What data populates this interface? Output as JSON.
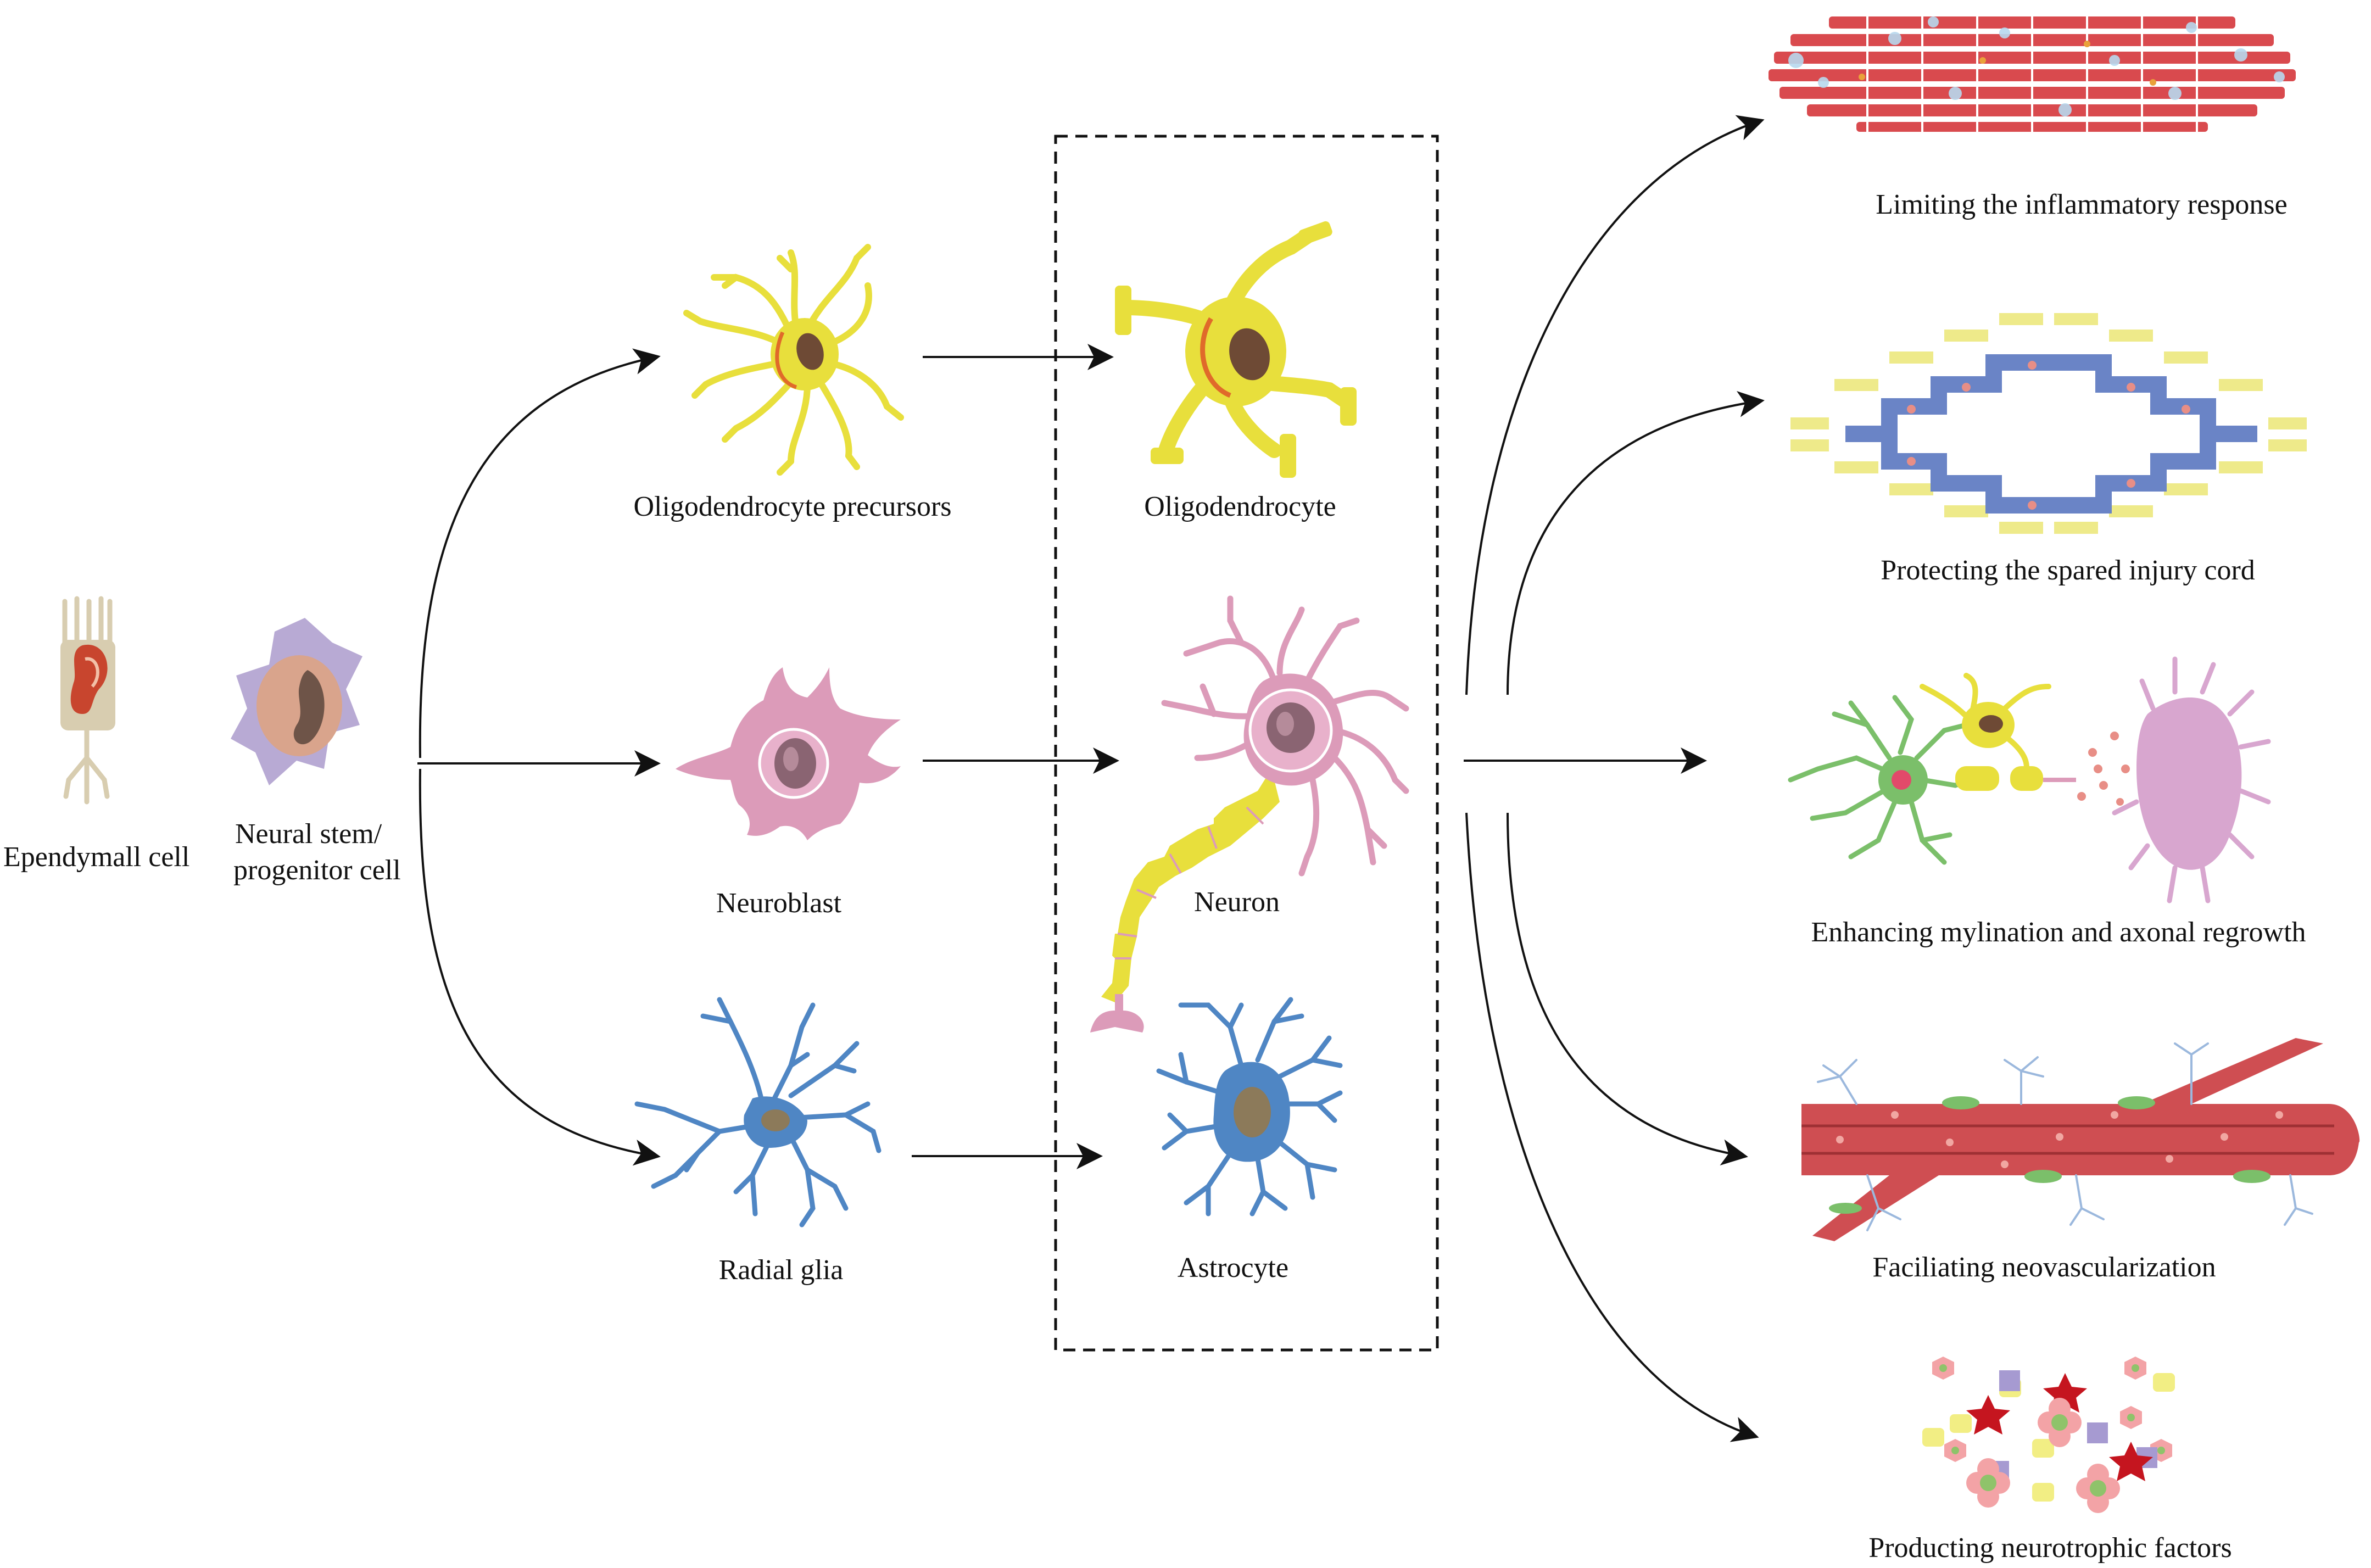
{
  "labels": {
    "ependymal": "Ependymall cell",
    "nsc_line1": "Neural stem/",
    "nsc_line2": "progenitor cell",
    "opc": "Oligodendrocyte precursors",
    "neuroblast": "Neuroblast",
    "radial_glia": "Radial glia",
    "oligodendrocyte": "Oligodendrocyte",
    "neuron": "Neuron",
    "astrocyte": "Astrocyte"
  },
  "effects": [
    "Limiting the inflammatory response",
    "Protecting the spared injury cord",
    "Enhancing mylination and axonal regrowth",
    "Faciliating neovascularization",
    "Producting neurotrophic factors"
  ],
  "colors": {
    "oligodendrocyte": "#e8df3c",
    "neuron": "#dc9bb9",
    "astrocyte": "#4f86c4",
    "stem_cell": "#b8aad4",
    "ependymal": "#d8cdb0",
    "nucleus": "#7a5540",
    "vessel": "#cf4e52"
  }
}
